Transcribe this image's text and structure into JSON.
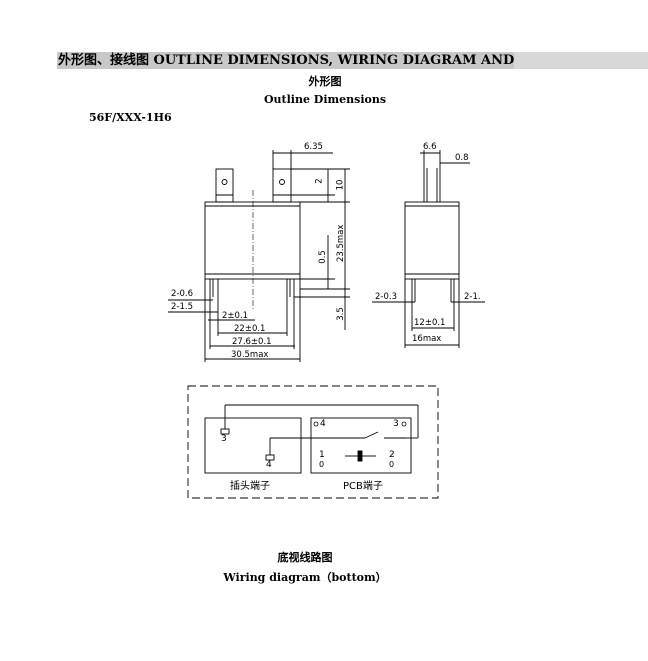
{
  "header": {
    "banner_title": "外形图、接线图 OUTLINE DIMENSIONS, WIRING DIAGRAM AND"
  },
  "outline": {
    "title_cn": "外形图",
    "title_en": "Outline Dimensions",
    "model": "56F/XXX-1H6"
  },
  "front_view": {
    "dim_tab_width": "6.35",
    "dim_tab_2": "2",
    "dim_tab_10": "10",
    "dim_height": "23.5max",
    "dim_05": "0.5",
    "dim_35": "3.5",
    "dim_2_06": "2-0.6",
    "dim_2_15": "2-1.5",
    "dim_2pm01": "2±0.1",
    "dim_22pm01": "22±0.1",
    "dim_276pm01": "27.6±0.1",
    "dim_305max": "30.5max"
  },
  "side_view": {
    "dim_66": "6.6",
    "dim_08": "0.8",
    "dim_2_03": "2-0.3",
    "dim_2_1": "2-1.",
    "dim_12pm01": "12±0.1",
    "dim_16max": "16max"
  },
  "wiring": {
    "pin_3_left": "3",
    "pin_4_left": "4",
    "pin_4_right": "4",
    "pin_3_right": "3",
    "pin_1": "1",
    "pin_2": "2",
    "pin_0_left": "0",
    "pin_0_right": "0",
    "label_plug": "插头端子",
    "label_pcb": "PCB端子",
    "title_cn": "底视线路图",
    "title_en": "Wiring diagram（bottom）"
  }
}
